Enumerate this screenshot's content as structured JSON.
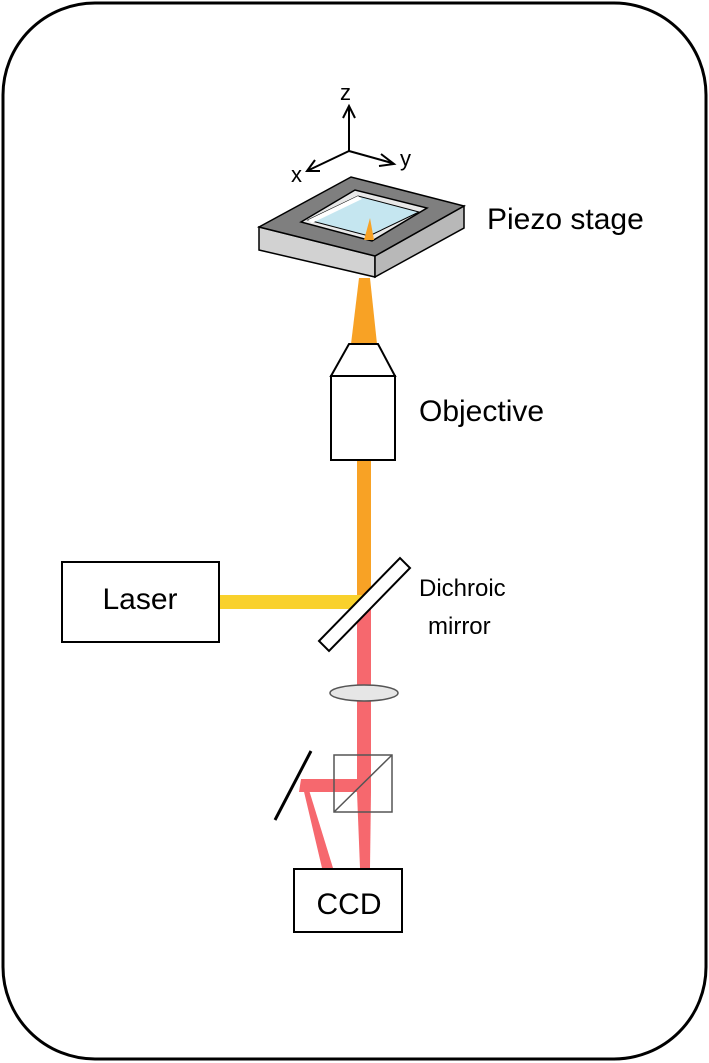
{
  "axes": {
    "z": "z",
    "x": "x",
    "y": "y"
  },
  "labels": {
    "piezo_stage": "Piezo stage",
    "objective": "Objective",
    "dichroic_line1": "Dichroic",
    "dichroic_line2": "mirror",
    "laser": "Laser",
    "ccd": "CCD"
  },
  "colors": {
    "excitation_beam": "#f9d12c",
    "focused_beam": "#f8a225",
    "emission_beam": "#f6686e",
    "stage_top": "#7f7f7f",
    "stage_side": "#c4c4c4",
    "sample": "#c5e6f0"
  }
}
